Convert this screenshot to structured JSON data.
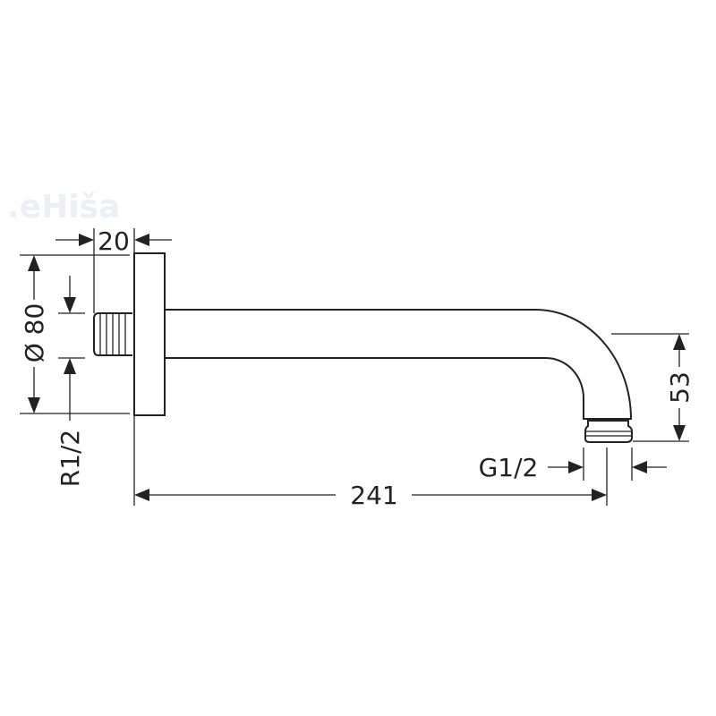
{
  "watermark": {
    "text": "eHiša"
  },
  "dimensions": {
    "flange_depth": "20",
    "flange_diameter": "Ø 80",
    "inlet_thread": "R1/2",
    "outlet_thread": "G1/2",
    "projection": "241",
    "drop_height": "53"
  },
  "colors": {
    "line": "#222222",
    "background": "#ffffff"
  }
}
